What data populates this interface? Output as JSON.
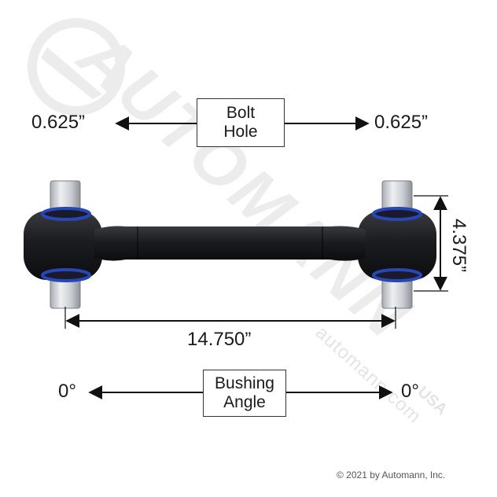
{
  "bolt_hole": {
    "box_lines": [
      "Bolt",
      "Hole"
    ],
    "left_value": "0.625”",
    "right_value": "0.625”"
  },
  "dimensions": {
    "length": "14.750”",
    "height": "4.375”"
  },
  "bushing_angle": {
    "box_lines": [
      "Bushing",
      "Angle"
    ],
    "left_value": "0°",
    "right_value": "0°"
  },
  "watermark": {
    "brand": "AUTOMANN",
    "url": "automann.com",
    "region": "USA"
  },
  "copyright": "© 2021 by Automann, Inc.",
  "colors": {
    "arm": "#1b1c1f",
    "bushing_ring": "#2746b8",
    "stud": "#d9dce0",
    "watermark": "#e9e9e9",
    "arrow": "#111111"
  }
}
